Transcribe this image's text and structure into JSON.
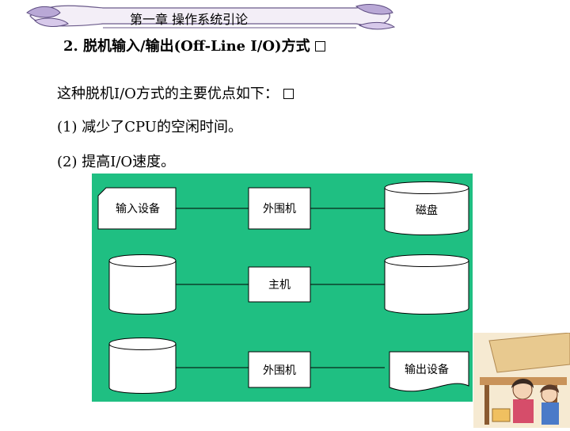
{
  "header": {
    "chapter_title": "第一章  操作系统引论"
  },
  "section": {
    "title": "2. 脱机输入/输出(Off-Line I/O)方式"
  },
  "body": {
    "intro": "这种脱机I/O方式的主要优点如下：",
    "item1": "(1) 减少了CPU的空闲时间。",
    "item2": "(2) 提高I/O速度。"
  },
  "diagram": {
    "background": "#1fbf82",
    "nodes": {
      "input_device": "输入设备",
      "peripheral_top": "外围机",
      "disk": "磁盘",
      "host": "主机",
      "peripheral_bottom": "外围机",
      "output_device": "输出设备"
    }
  }
}
